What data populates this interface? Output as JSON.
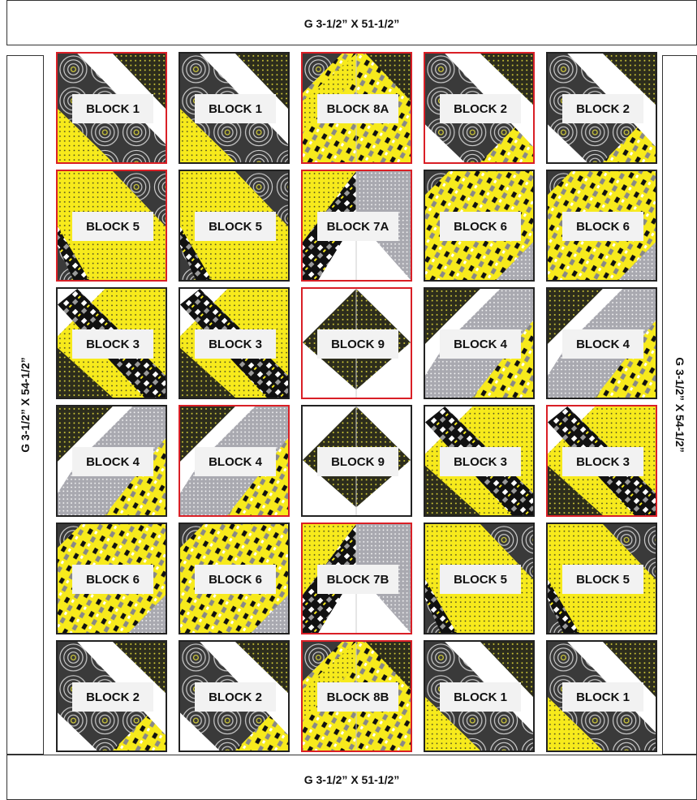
{
  "borders": {
    "top": "G 3-1/2” X 51-1/2”",
    "bottom": "G 3-1/2” X 51-1/2”",
    "left": "G 3-1/2” X 54-1/2”",
    "right": "G 3-1/2” X 54-1/2”"
  },
  "colors": {
    "yellow": "#f7ea1c",
    "black_dot": "#2d2d1c",
    "gray_dot": "#a9a9b0",
    "swirl": "#3a3a3a",
    "highlight_border": "#d91f26"
  },
  "rows": [
    [
      {
        "label": "BLOCK 1",
        "highlight": true,
        "pattern": "b1"
      },
      {
        "label": "BLOCK 1",
        "highlight": false,
        "pattern": "b1"
      },
      {
        "label": "BLOCK 8A",
        "highlight": true,
        "pattern": "b8"
      },
      {
        "label": "BLOCK 2",
        "highlight": true,
        "pattern": "b2"
      },
      {
        "label": "BLOCK 2",
        "highlight": false,
        "pattern": "b2"
      }
    ],
    [
      {
        "label": "BLOCK 5",
        "highlight": true,
        "pattern": "b5"
      },
      {
        "label": "BLOCK 5",
        "highlight": false,
        "pattern": "b5"
      },
      {
        "label": "BLOCK 7A",
        "highlight": true,
        "pattern": "b7"
      },
      {
        "label": "BLOCK 6",
        "highlight": false,
        "pattern": "b6"
      },
      {
        "label": "BLOCK 6",
        "highlight": false,
        "pattern": "b6"
      }
    ],
    [
      {
        "label": "BLOCK 3",
        "highlight": false,
        "pattern": "b3"
      },
      {
        "label": "BLOCK 3",
        "highlight": false,
        "pattern": "b3"
      },
      {
        "label": "BLOCK 9",
        "highlight": true,
        "pattern": "b9"
      },
      {
        "label": "BLOCK 4",
        "highlight": false,
        "pattern": "b4"
      },
      {
        "label": "BLOCK 4",
        "highlight": false,
        "pattern": "b4"
      }
    ],
    [
      {
        "label": "BLOCK 4",
        "highlight": false,
        "pattern": "b4"
      },
      {
        "label": "BLOCK 4",
        "highlight": true,
        "pattern": "b4"
      },
      {
        "label": "BLOCK 9",
        "highlight": false,
        "pattern": "b9"
      },
      {
        "label": "BLOCK 3",
        "highlight": false,
        "pattern": "b3"
      },
      {
        "label": "BLOCK 3",
        "highlight": true,
        "pattern": "b3"
      }
    ],
    [
      {
        "label": "BLOCK 6",
        "highlight": false,
        "pattern": "b6"
      },
      {
        "label": "BLOCK 6",
        "highlight": false,
        "pattern": "b6"
      },
      {
        "label": "BLOCK 7B",
        "highlight": true,
        "pattern": "b7"
      },
      {
        "label": "BLOCK 5",
        "highlight": false,
        "pattern": "b5"
      },
      {
        "label": "BLOCK 5",
        "highlight": false,
        "pattern": "b5"
      }
    ],
    [
      {
        "label": "BLOCK 2",
        "highlight": false,
        "pattern": "b2"
      },
      {
        "label": "BLOCK 2",
        "highlight": false,
        "pattern": "b2"
      },
      {
        "label": "BLOCK 8B",
        "highlight": true,
        "pattern": "b8"
      },
      {
        "label": "BLOCK 1",
        "highlight": false,
        "pattern": "b1"
      },
      {
        "label": "BLOCK 1",
        "highlight": false,
        "pattern": "b1"
      }
    ]
  ]
}
